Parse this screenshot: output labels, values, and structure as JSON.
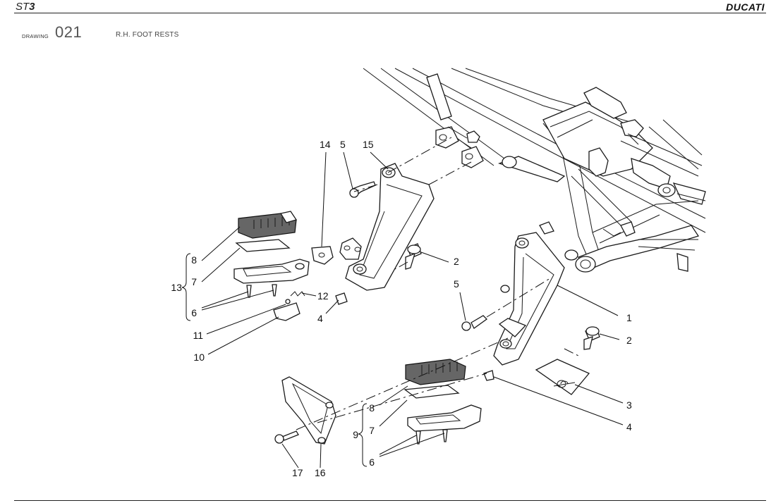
{
  "header": {
    "model_prefix": "ST",
    "model_suffix": "3",
    "brand": "DUCATI"
  },
  "drawing": {
    "label": "DRAWING",
    "number": "021",
    "title": "R.H. FOOT RESTS"
  },
  "callouts": {
    "c1": "1",
    "c2a": "2",
    "c2b": "2",
    "c3": "3",
    "c4a": "4",
    "c4b": "4",
    "c5a": "5",
    "c5b": "5",
    "c6a": "6",
    "c6b": "6",
    "c7a": "7",
    "c7b": "7",
    "c8a": "8",
    "c8b": "8",
    "c9": "9",
    "c10": "10",
    "c11": "11",
    "c12": "12",
    "c13": "13",
    "c14": "14",
    "c15": "15",
    "c16": "16",
    "c17": "17"
  }
}
